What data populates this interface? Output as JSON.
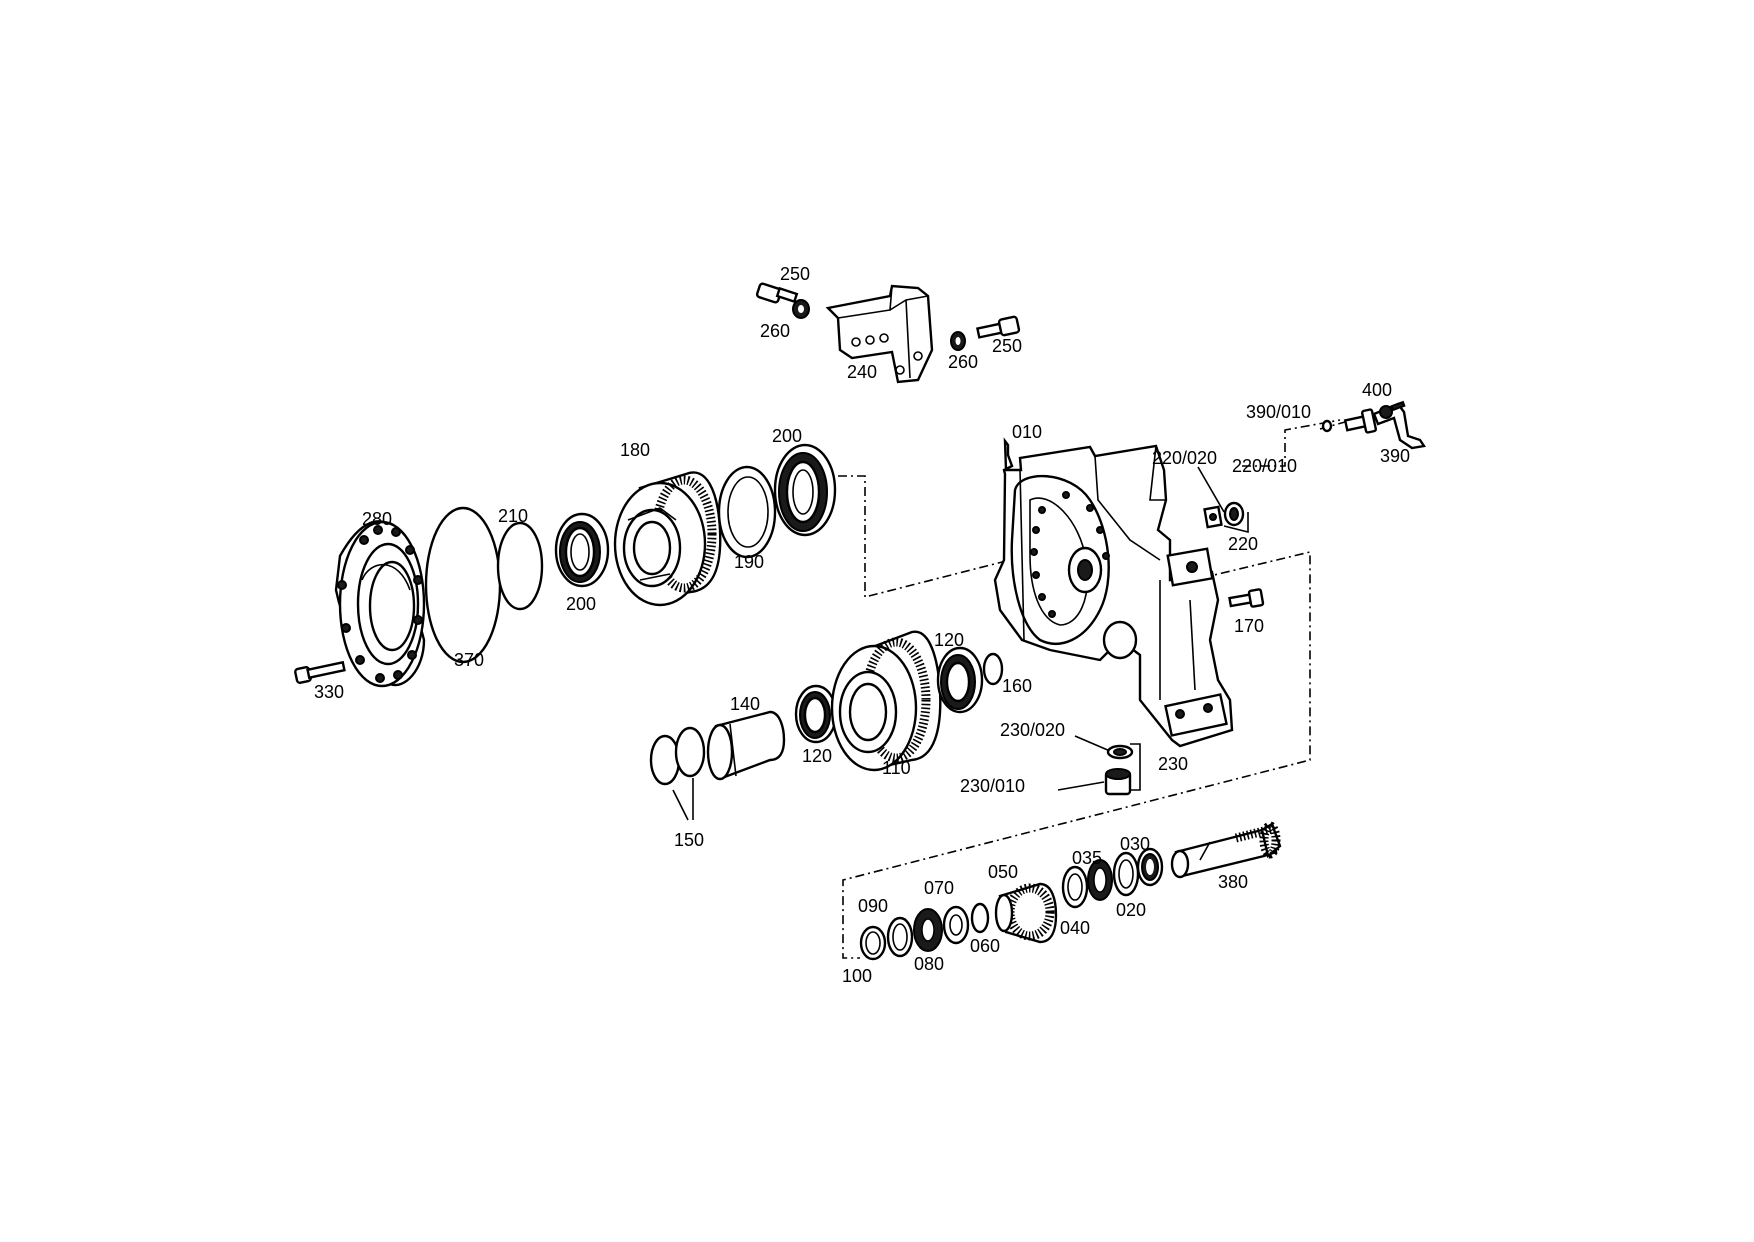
{
  "labels": {
    "p010": "010",
    "p020": "020",
    "p030": "030",
    "p035": "035",
    "p040": "040",
    "p050": "050",
    "p060": "060",
    "p070": "070",
    "p080": "080",
    "p090": "090",
    "p100": "100",
    "p110": "110",
    "p120a": "120",
    "p120b": "120",
    "p140": "140",
    "p150": "150",
    "p160": "160",
    "p170": "170",
    "p180": "180",
    "p190": "190",
    "p200a": "200",
    "p200b": "200",
    "p210": "210",
    "p220": "220",
    "p220_010": "220/010",
    "p220_020": "220/020",
    "p230": "230",
    "p230_010": "230/010",
    "p230_020": "230/020",
    "p240": "240",
    "p250a": "250",
    "p250b": "250",
    "p260a": "260",
    "p260b": "260",
    "p280": "280",
    "p330": "330",
    "p370": "370",
    "p380": "380",
    "p390": "390",
    "p390_010": "390/010",
    "p400": "400"
  }
}
